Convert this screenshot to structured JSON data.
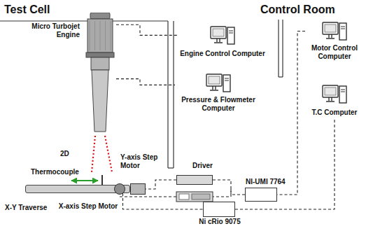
{
  "diagram": {
    "nodes": [
      {
        "text": [
          "Micro Turbojet Engine"
        ]
      },
      {
        "text": [
          "Engine Control Computer"
        ]
      },
      {
        "text": [
          "Motor Control Computer"
        ]
      },
      {
        "text": [
          "Pressure & Flowmeter Computer"
        ]
      },
      {
        "text": [
          "T.C Computer"
        ]
      },
      {
        "text": [
          "Driver"
        ]
      },
      {
        "text": [
          "NI-UMI 7764"
        ]
      },
      {
        "text": [
          "Ni cRio 9075"
        ]
      },
      {
        "text": [
          "X-Y Traverse"
        ]
      },
      {
        "text": [
          "Y-axis Step Motor"
        ]
      },
      {
        "text": [
          "X-axis Step Motor"
        ]
      }
    ],
    "edges": [
      {
        "from": 0,
        "to": 1,
        "arrow": "none"
      },
      {
        "from": 0,
        "to": 3,
        "arrow": "none"
      },
      {
        "from": 2,
        "to": 6,
        "arrow": "none"
      },
      {
        "from": 6,
        "to": 5,
        "arrow": "none"
      },
      {
        "from": 5,
        "to": 10,
        "arrow": "none"
      },
      {
        "from": 8,
        "to": 7,
        "arrow": "none"
      },
      {
        "from": 7,
        "to": 4,
        "arrow": "none"
      }
    ],
    "labels": [
      "Test Cell",
      "Control Room",
      "2D",
      "Thermocouple"
    ]
  }
}
